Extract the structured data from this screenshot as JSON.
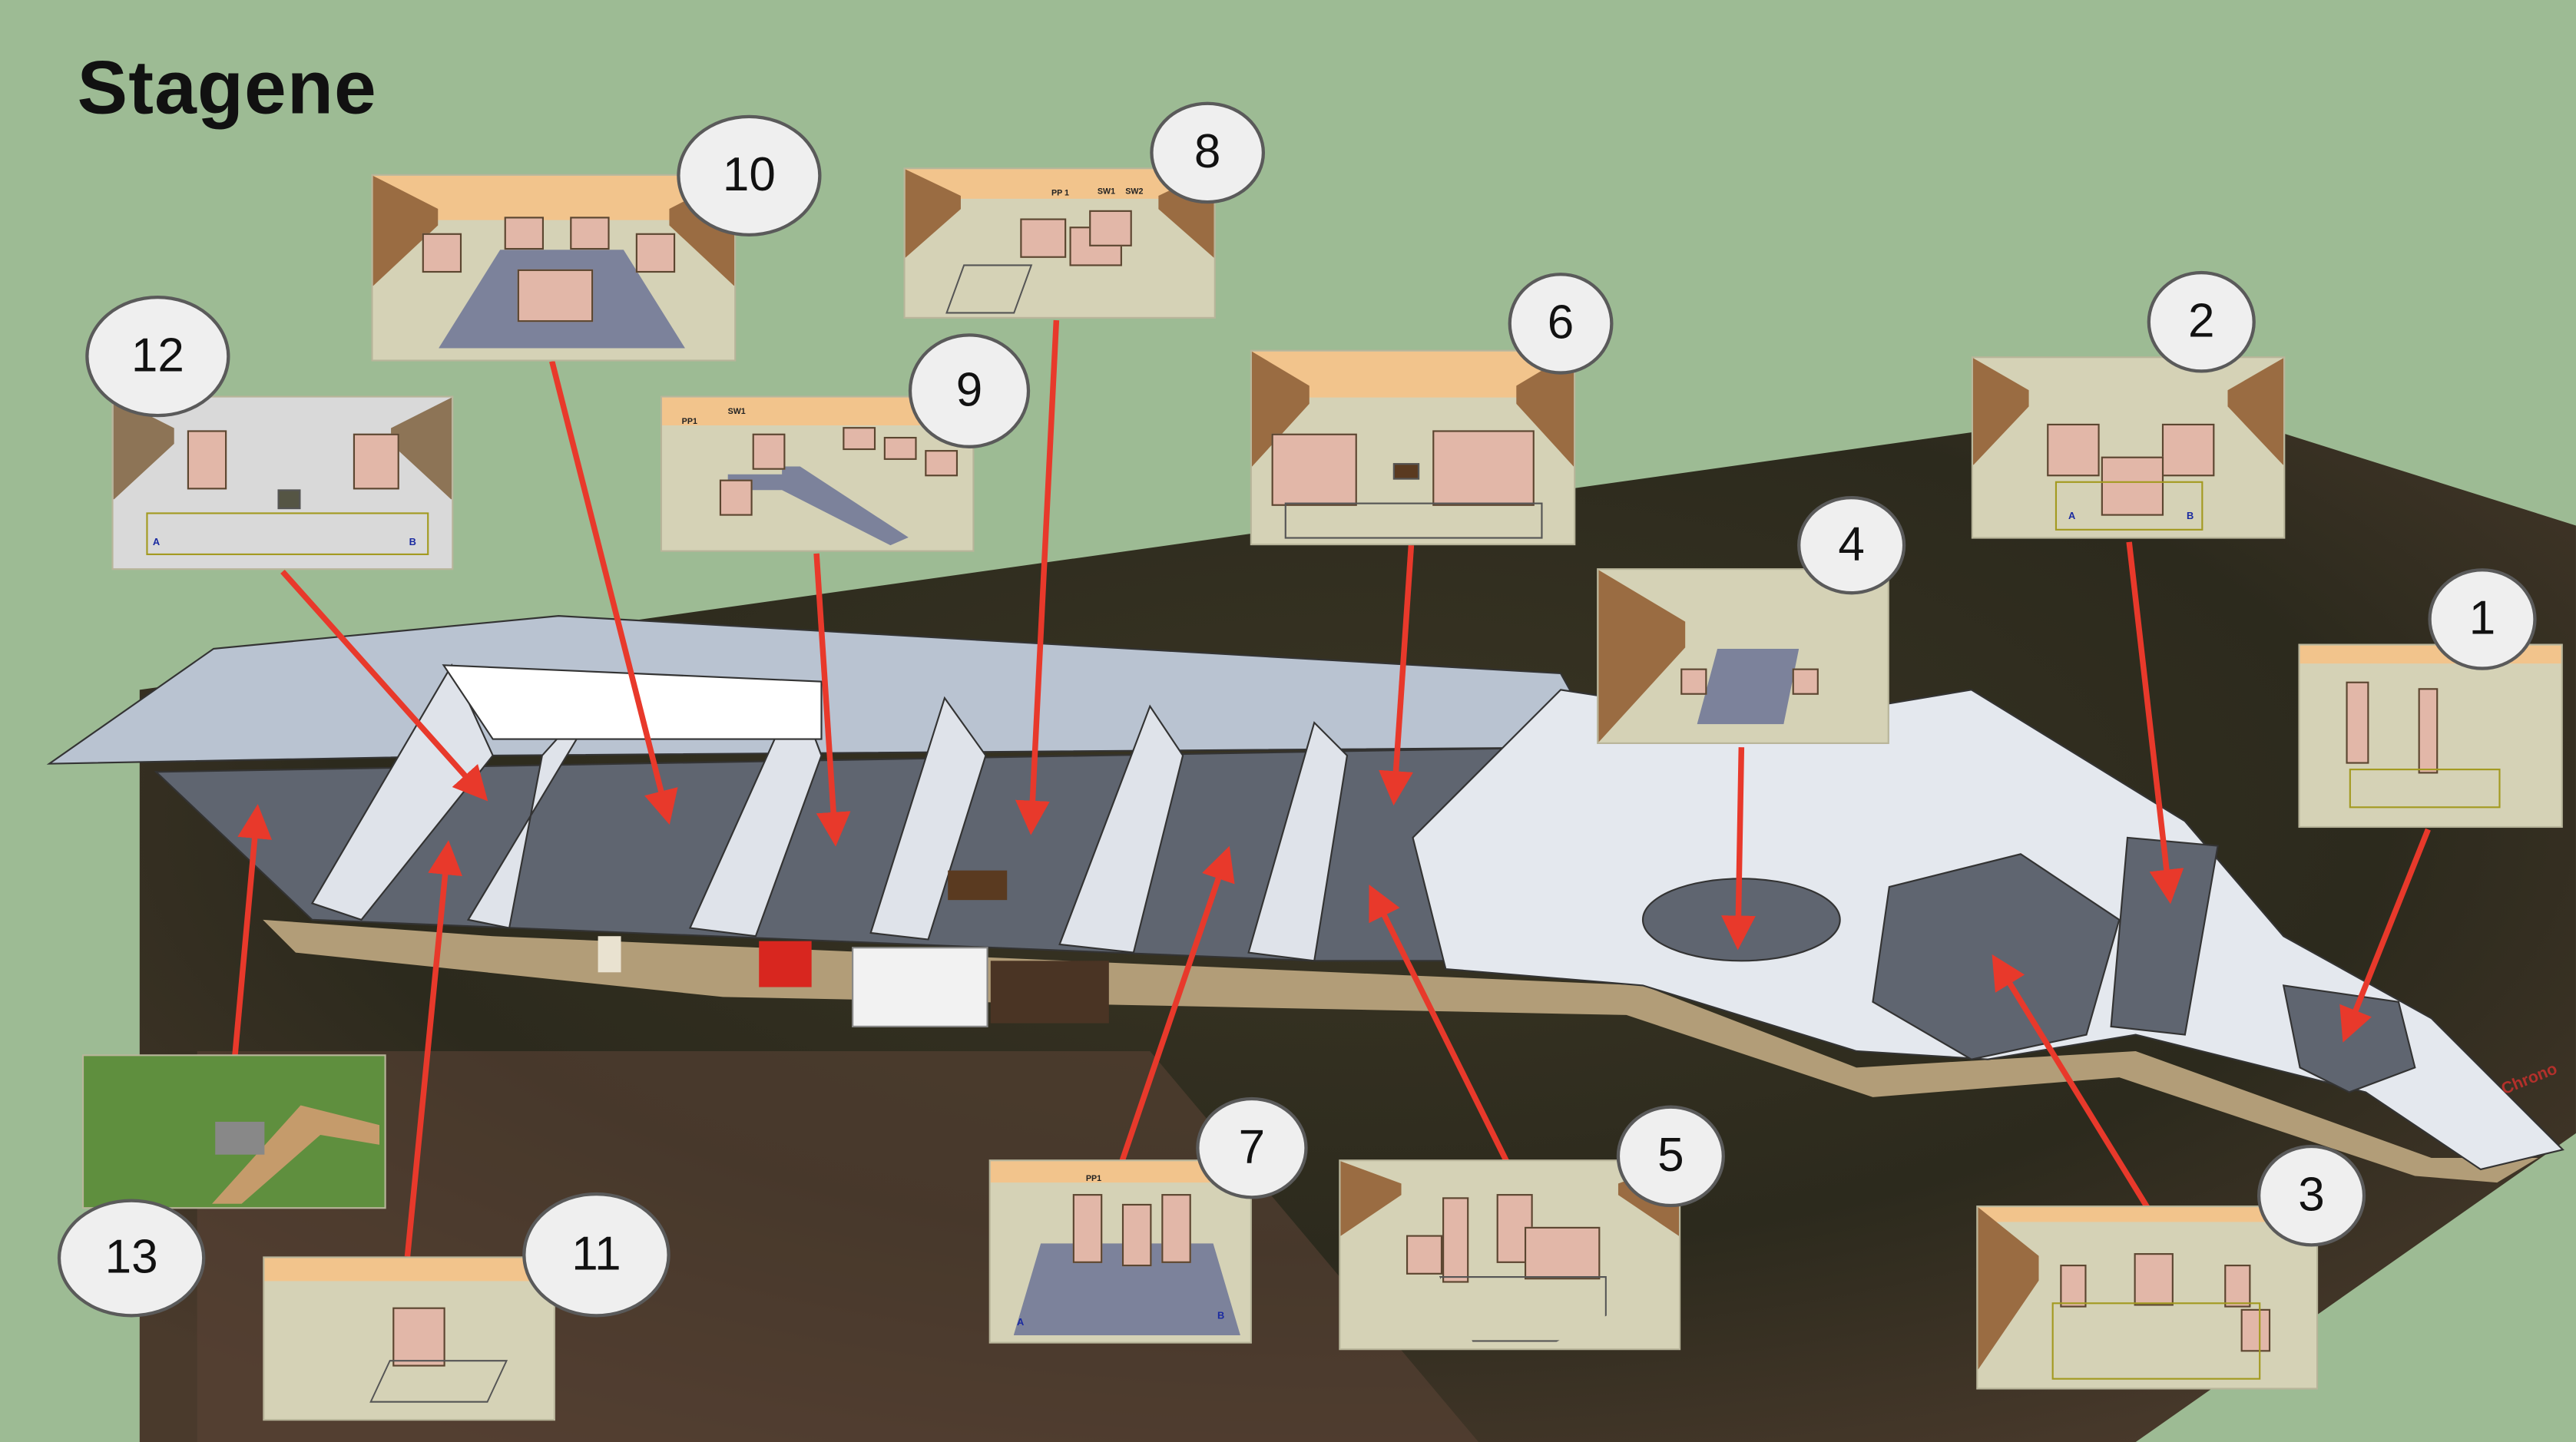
{
  "title": "Stagene",
  "map_label": "Chrono",
  "colors": {
    "background": "#9dbb94",
    "arrow": "#e8392b",
    "bubble": "#efefef"
  },
  "stages": {
    "s1": {
      "number": "1"
    },
    "s2": {
      "number": "2",
      "labels": [
        "A",
        "B"
      ]
    },
    "s3": {
      "number": "3"
    },
    "s4": {
      "number": "4"
    },
    "s5": {
      "number": "5"
    },
    "s6": {
      "number": "6"
    },
    "s7": {
      "number": "7",
      "labels": [
        "PP1",
        "A",
        "B"
      ]
    },
    "s8": {
      "number": "8",
      "labels": [
        "PP 1",
        "SW1",
        "SW2"
      ]
    },
    "s9": {
      "number": "9",
      "labels": [
        "PP1",
        "SW1"
      ]
    },
    "s10": {
      "number": "10"
    },
    "s11": {
      "number": "11"
    },
    "s12": {
      "number": "12",
      "labels": [
        "A",
        "B"
      ]
    },
    "s13": {
      "number": "13"
    }
  }
}
